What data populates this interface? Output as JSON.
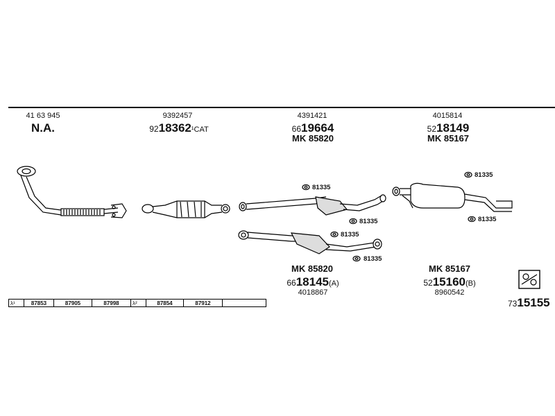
{
  "columns": [
    {
      "ref": "41 63 945",
      "part_prefix": "",
      "part_main": "N.A.",
      "part_suffix": "",
      "mk": ""
    },
    {
      "ref": "9392457",
      "part_prefix": "92",
      "part_main": "18362",
      "part_suffix": "¹CAT",
      "mk": ""
    },
    {
      "ref": "4391421",
      "part_prefix": "66",
      "part_main": "19664",
      "part_suffix": "",
      "mk": "MK  85820"
    },
    {
      "ref": "4015814",
      "part_prefix": "52",
      "part_main": "18149",
      "part_suffix": "",
      "mk": "MK  85167"
    }
  ],
  "bottom_parts": [
    {
      "mk": "MK  85820",
      "part_prefix": "66",
      "part_main": "18145",
      "part_suffix": "(A)",
      "ref": "4018867"
    },
    {
      "mk": "MK  85167",
      "part_prefix": "52",
      "part_main": "15160",
      "part_suffix": "(B)",
      "ref": "8960542"
    }
  ],
  "hanger_label": "81335",
  "lambda_rows": [
    {
      "lambda": "λ¹",
      "codes": [
        "87853",
        "87905",
        "87998"
      ]
    },
    {
      "lambda": "λ²",
      "codes": [
        "87854",
        "87912",
        ""
      ]
    }
  ],
  "kit": {
    "prefix": "73",
    "main": "15155"
  }
}
